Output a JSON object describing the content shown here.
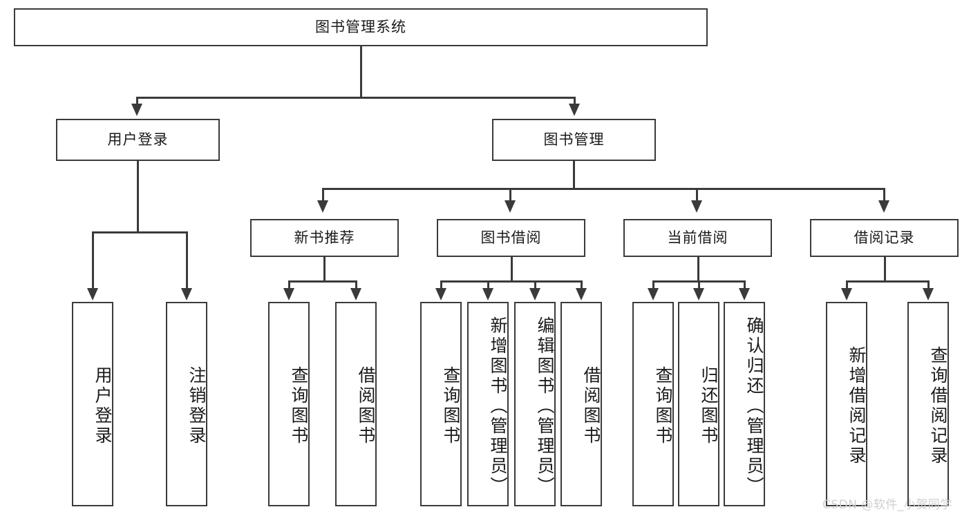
{
  "diagram": {
    "type": "tree",
    "title_node": {
      "label": "图书管理系统"
    },
    "level1": [
      {
        "id": "user-login",
        "label": "用户登录"
      },
      {
        "id": "book-management",
        "label": "图书管理"
      }
    ],
    "level2": [
      {
        "id": "new-book-recommend",
        "label": "新书推荐",
        "parent": "book-management"
      },
      {
        "id": "book-borrow",
        "label": "图书借阅",
        "parent": "book-management"
      },
      {
        "id": "current-borrow",
        "label": "当前借阅",
        "parent": "book-management"
      },
      {
        "id": "borrow-record",
        "label": "借阅记录",
        "parent": "book-management"
      }
    ],
    "leaves": {
      "user_login": [
        {
          "id": "leaf-user-login",
          "label": "用户登录"
        },
        {
          "id": "leaf-user-logout",
          "label": "注销登录"
        }
      ],
      "new_book_recommend": [
        {
          "id": "leaf-query-book-1",
          "label": "查询图书"
        },
        {
          "id": "leaf-borrow-book-1",
          "label": "借阅图书"
        }
      ],
      "book_borrow": [
        {
          "id": "leaf-query-book-2",
          "label": "查询图书"
        },
        {
          "id": "leaf-add-book",
          "label": "新增图书（管理员）"
        },
        {
          "id": "leaf-edit-book",
          "label": "编辑图书（管理员）"
        },
        {
          "id": "leaf-borrow-book-2",
          "label": "借阅图书"
        }
      ],
      "current_borrow": [
        {
          "id": "leaf-query-book-3",
          "label": "查询图书"
        },
        {
          "id": "leaf-return-book",
          "label": "归还图书"
        },
        {
          "id": "leaf-confirm-return",
          "label": "确认归还（管理员）"
        }
      ],
      "borrow_record": [
        {
          "id": "leaf-add-record",
          "label": "新增借阅记录"
        },
        {
          "id": "leaf-query-record",
          "label": "查询借阅记录"
        }
      ]
    }
  },
  "watermark": {
    "text": "CSDN @软件_小贺同学"
  },
  "colors": {
    "stroke": "#3a3a3a",
    "background": "#ffffff",
    "text": "#1a1a1a",
    "watermark": "#cfcfcf"
  }
}
